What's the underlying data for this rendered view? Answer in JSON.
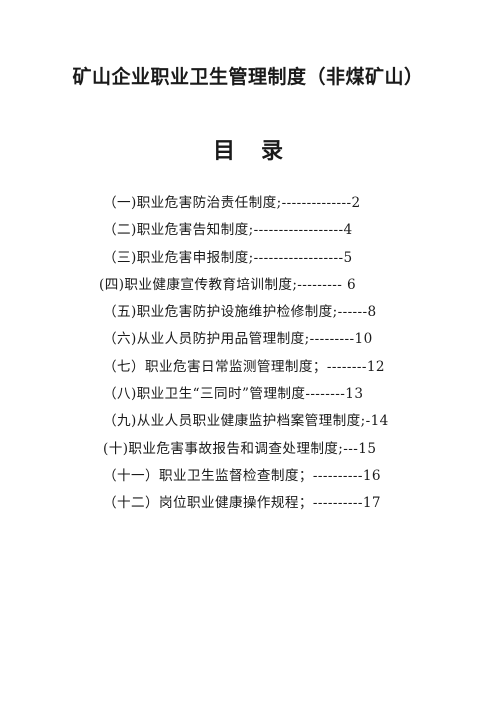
{
  "document": {
    "title": "矿山企业职业卫生管理制度（非煤矿山）",
    "toc_heading_left": "目",
    "toc_heading_right": "录"
  },
  "toc": {
    "items": [
      {
        "text": "（一)职业危害防治责任制度;--------------2"
      },
      {
        "text": "（二)职业危害告知制度;------------------4"
      },
      {
        "text": "（三)职业危害申报制度;------------------5"
      },
      {
        "text": "(四)职业健康宣传教育培训制度;--------- 6"
      },
      {
        "text": "（五)职业危害防护设施维护检修制度;------8"
      },
      {
        "text": "（六)从业人员防护用品管理制度;---------10"
      },
      {
        "text": "（七）职业危害日常监测管理制度；--------12"
      },
      {
        "text": "（八)职业卫生“三同时”管理制度--------13"
      },
      {
        "text": "（九)从业人员职业健康监护档案管理制度;-14"
      },
      {
        "text": "(十)职业危害事故报告和调查处理制度;---15"
      },
      {
        "text": "（十一）职业卫生监督检查制度；----------16"
      },
      {
        "text": "（十二）岗位职业健康操作规程；----------17"
      }
    ]
  }
}
